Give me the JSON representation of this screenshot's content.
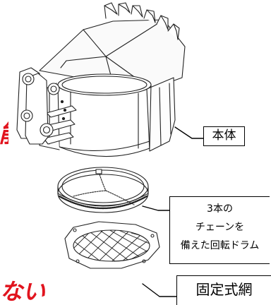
{
  "labels": {
    "body": "本体",
    "drum_line1": "3本の",
    "drum_line2": "チェーンを",
    "drum_line3": "備えた回転ドラム",
    "net": "固定式網"
  },
  "red_text": {
    "fragment_left": "能",
    "fragment_bottom": "ない"
  },
  "colors": {
    "red_text": "#e1141e",
    "line": "#000000",
    "background": "#ffffff"
  }
}
